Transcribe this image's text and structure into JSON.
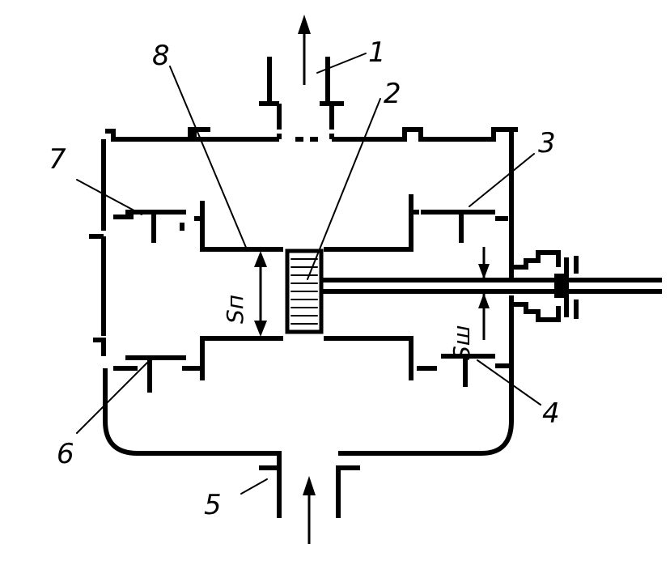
{
  "labels": {
    "l1": "1",
    "l2": "2",
    "l3": "3",
    "l4": "4",
    "l5": "5",
    "l6": "6",
    "l7": "7",
    "l8": "8"
  },
  "dimensions": {
    "piston_gap": "Sп",
    "rod_gap": "Sш"
  }
}
